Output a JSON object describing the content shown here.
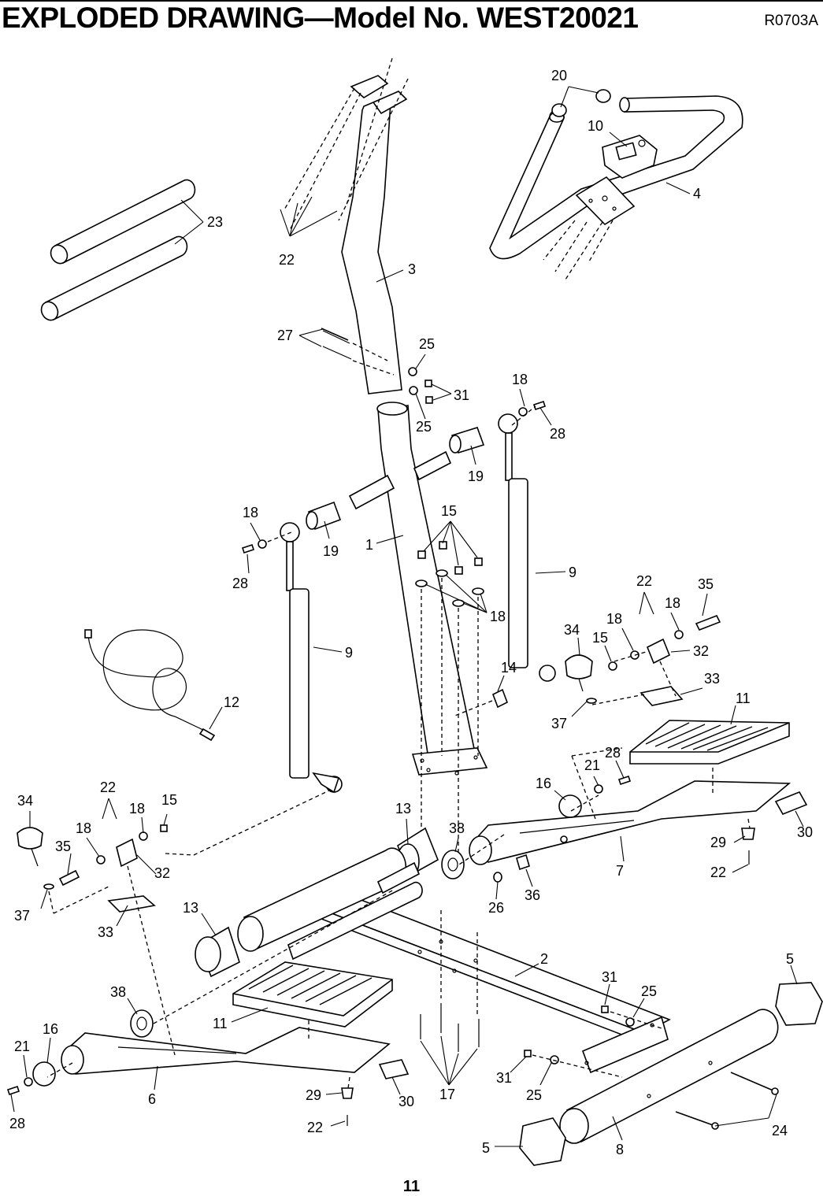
{
  "header": {
    "title": "EXPLODED DRAWING—Model No. WEST20021",
    "doc_ref": "R0703A"
  },
  "page_number": "11",
  "callouts": [
    {
      "id": "c20",
      "text": "20"
    },
    {
      "id": "c10",
      "text": "10"
    },
    {
      "id": "c4",
      "text": "4"
    },
    {
      "id": "c23",
      "text": "23"
    },
    {
      "id": "c22a",
      "text": "22"
    },
    {
      "id": "c3",
      "text": "3"
    },
    {
      "id": "c27",
      "text": "27"
    },
    {
      "id": "c25a",
      "text": "25"
    },
    {
      "id": "c31a",
      "text": "31"
    },
    {
      "id": "c25b",
      "text": "25"
    },
    {
      "id": "c18a",
      "text": "18"
    },
    {
      "id": "c28a",
      "text": "28"
    },
    {
      "id": "c19a",
      "text": "19"
    },
    {
      "id": "c18b",
      "text": "18"
    },
    {
      "id": "c19b",
      "text": "19"
    },
    {
      "id": "c1",
      "text": "1"
    },
    {
      "id": "c15a",
      "text": "15"
    },
    {
      "id": "c28b",
      "text": "28"
    },
    {
      "id": "c9a",
      "text": "9"
    },
    {
      "id": "c18c",
      "text": "18"
    },
    {
      "id": "c22b",
      "text": "22"
    },
    {
      "id": "c35a",
      "text": "35"
    },
    {
      "id": "c18d",
      "text": "18"
    },
    {
      "id": "c18e",
      "text": "18"
    },
    {
      "id": "c34a",
      "text": "34"
    },
    {
      "id": "c15b",
      "text": "15"
    },
    {
      "id": "c32a",
      "text": "32"
    },
    {
      "id": "c9b",
      "text": "9"
    },
    {
      "id": "c14",
      "text": "14"
    },
    {
      "id": "c33a",
      "text": "33"
    },
    {
      "id": "c11a",
      "text": "11"
    },
    {
      "id": "c37a",
      "text": "37"
    },
    {
      "id": "c12",
      "text": "12"
    },
    {
      "id": "c28c",
      "text": "28"
    },
    {
      "id": "c21a",
      "text": "21"
    },
    {
      "id": "c16a",
      "text": "16"
    },
    {
      "id": "c34b",
      "text": "34"
    },
    {
      "id": "c22c",
      "text": "22"
    },
    {
      "id": "c18f",
      "text": "18"
    },
    {
      "id": "c15c",
      "text": "15"
    },
    {
      "id": "c18g",
      "text": "18"
    },
    {
      "id": "c13a",
      "text": "13"
    },
    {
      "id": "c38a",
      "text": "38"
    },
    {
      "id": "c30a",
      "text": "30"
    },
    {
      "id": "c35b",
      "text": "35"
    },
    {
      "id": "c29a",
      "text": "29"
    },
    {
      "id": "c7",
      "text": "7"
    },
    {
      "id": "c32b",
      "text": "32"
    },
    {
      "id": "c22d",
      "text": "22"
    },
    {
      "id": "c37b",
      "text": "37"
    },
    {
      "id": "c33b",
      "text": "33"
    },
    {
      "id": "c13b",
      "text": "13"
    },
    {
      "id": "c26",
      "text": "26"
    },
    {
      "id": "c36",
      "text": "36"
    },
    {
      "id": "c2",
      "text": "2"
    },
    {
      "id": "c5a",
      "text": "5"
    },
    {
      "id": "c38b",
      "text": "38"
    },
    {
      "id": "c31b",
      "text": "31"
    },
    {
      "id": "c25c",
      "text": "25"
    },
    {
      "id": "c11b",
      "text": "11"
    },
    {
      "id": "c16b",
      "text": "16"
    },
    {
      "id": "c21b",
      "text": "21"
    },
    {
      "id": "c6",
      "text": "6"
    },
    {
      "id": "c29b",
      "text": "29"
    },
    {
      "id": "c30b",
      "text": "30"
    },
    {
      "id": "c17",
      "text": "17"
    },
    {
      "id": "c31c",
      "text": "31"
    },
    {
      "id": "c25d",
      "text": "25"
    },
    {
      "id": "c24",
      "text": "24"
    },
    {
      "id": "c28d",
      "text": "28"
    },
    {
      "id": "c22e",
      "text": "22"
    },
    {
      "id": "c5b",
      "text": "5"
    },
    {
      "id": "c8",
      "text": "8"
    }
  ]
}
